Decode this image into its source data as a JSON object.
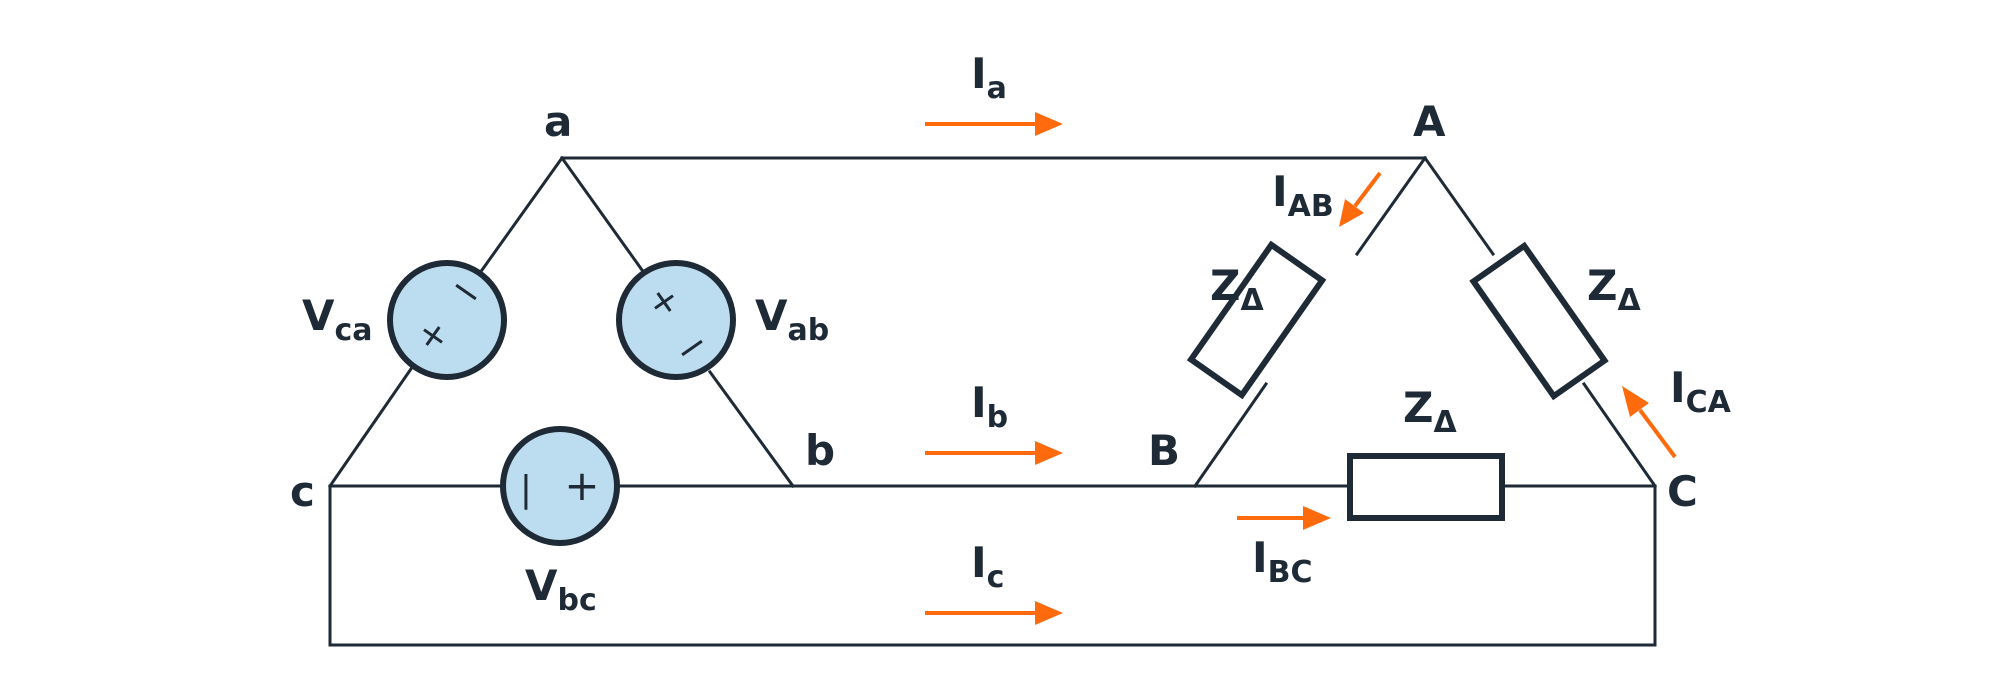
{
  "colors": {
    "wire": "#1e2a35",
    "source_fill": "#bcdcef",
    "arrow": "#ff6a0d"
  },
  "nodes": {
    "a": "a",
    "b": "b",
    "c": "c",
    "A": "A",
    "B": "B",
    "C": "C"
  },
  "sources": {
    "vca": {
      "main": "V",
      "sub": "ca"
    },
    "vab": {
      "main": "V",
      "sub": "ab"
    },
    "vbc": {
      "main": "V",
      "sub": "bc"
    },
    "plus": "+",
    "minus": "|"
  },
  "impedances": {
    "zab": {
      "main": "Z",
      "sub": "Δ"
    },
    "zca": {
      "main": "Z",
      "sub": "Δ"
    },
    "zbc": {
      "main": "Z",
      "sub": "Δ"
    }
  },
  "currents": {
    "ia": {
      "main": "I",
      "sub": "a"
    },
    "ib": {
      "main": "I",
      "sub": "b"
    },
    "ic": {
      "main": "I",
      "sub": "c"
    },
    "iab": {
      "main": "I",
      "sub": "AB"
    },
    "ibc": {
      "main": "I",
      "sub": "BC"
    },
    "ica": {
      "main": "I",
      "sub": "CA"
    }
  }
}
